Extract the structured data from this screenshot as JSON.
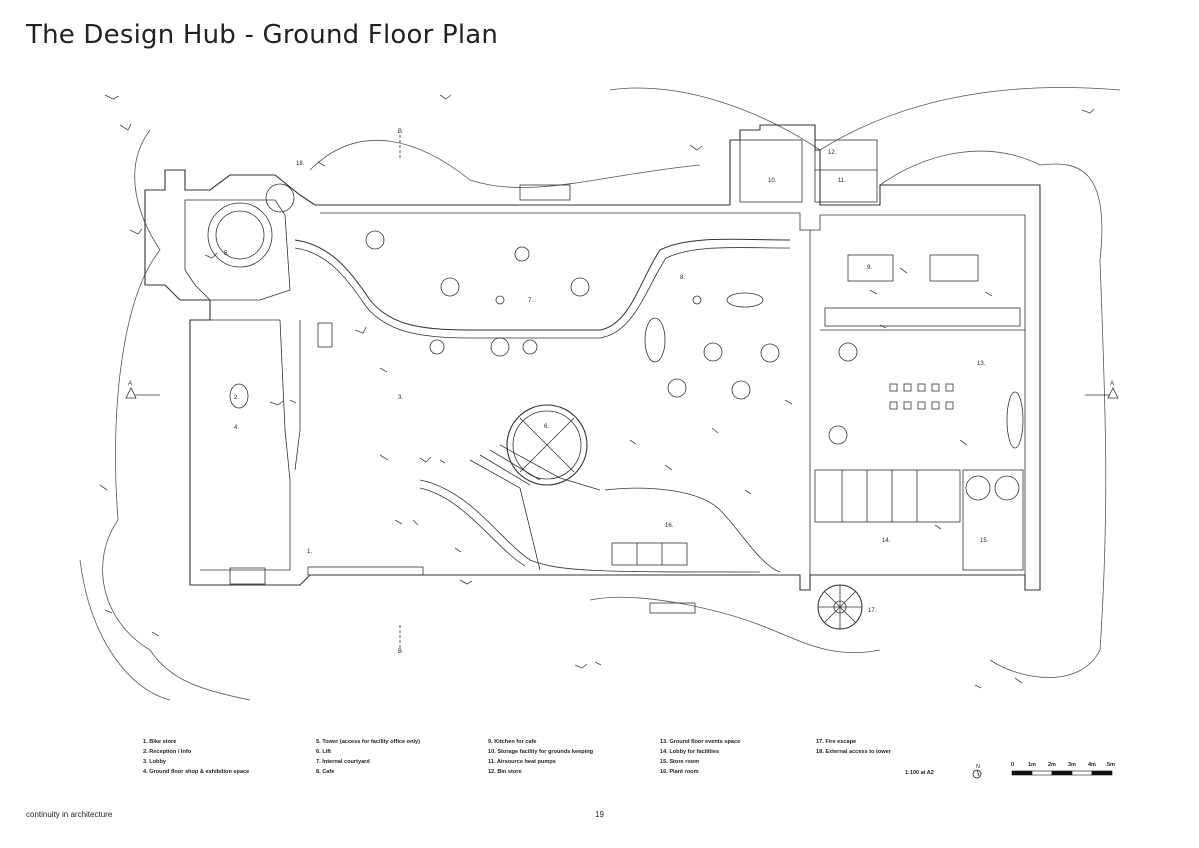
{
  "title": "The Design Hub - Ground Floor Plan",
  "footer": {
    "left": "continuity in architecture",
    "page": "19"
  },
  "scale": {
    "text": "1:100 at A2",
    "labels": [
      "0",
      "1m",
      "2m",
      "3m",
      "4m",
      "5m"
    ]
  },
  "north_label": "N",
  "section_marks": {
    "a": "A",
    "b": "B"
  },
  "rooms": {
    "r1": "1.",
    "r2": "2.",
    "r3": "3.",
    "r4": "4.",
    "r5": "5.",
    "r6": "6.",
    "r7": "7.",
    "r8": "8.",
    "r9": "9.",
    "r10": "10.",
    "r11": "11.",
    "r12": "12.",
    "r13": "13.",
    "r14": "14.",
    "r15": "15.",
    "r16": "16.",
    "r17": "17.",
    "r18": "18."
  },
  "legend": {
    "col1": [
      "1. Bike store",
      "2. Reception / Info",
      "3. Lobby",
      "4. Ground floor shop & exhibition space"
    ],
    "col2": [
      "5. Tower (access for facility office only)",
      "6. Lift",
      "7. Internal courtyard",
      "8. Cafe"
    ],
    "col3": [
      "9.   Kitchen for cafe",
      "10. Storage facility for grounds keeping",
      "11. Airsource heat pumps",
      "12. Bin store"
    ],
    "col4": [
      "13. Ground floor events space",
      "14. Lobby for facilities",
      "15. Store room",
      "16. Plant room"
    ],
    "col5": [
      "17. Fire escape",
      "18. External access to tower"
    ]
  }
}
